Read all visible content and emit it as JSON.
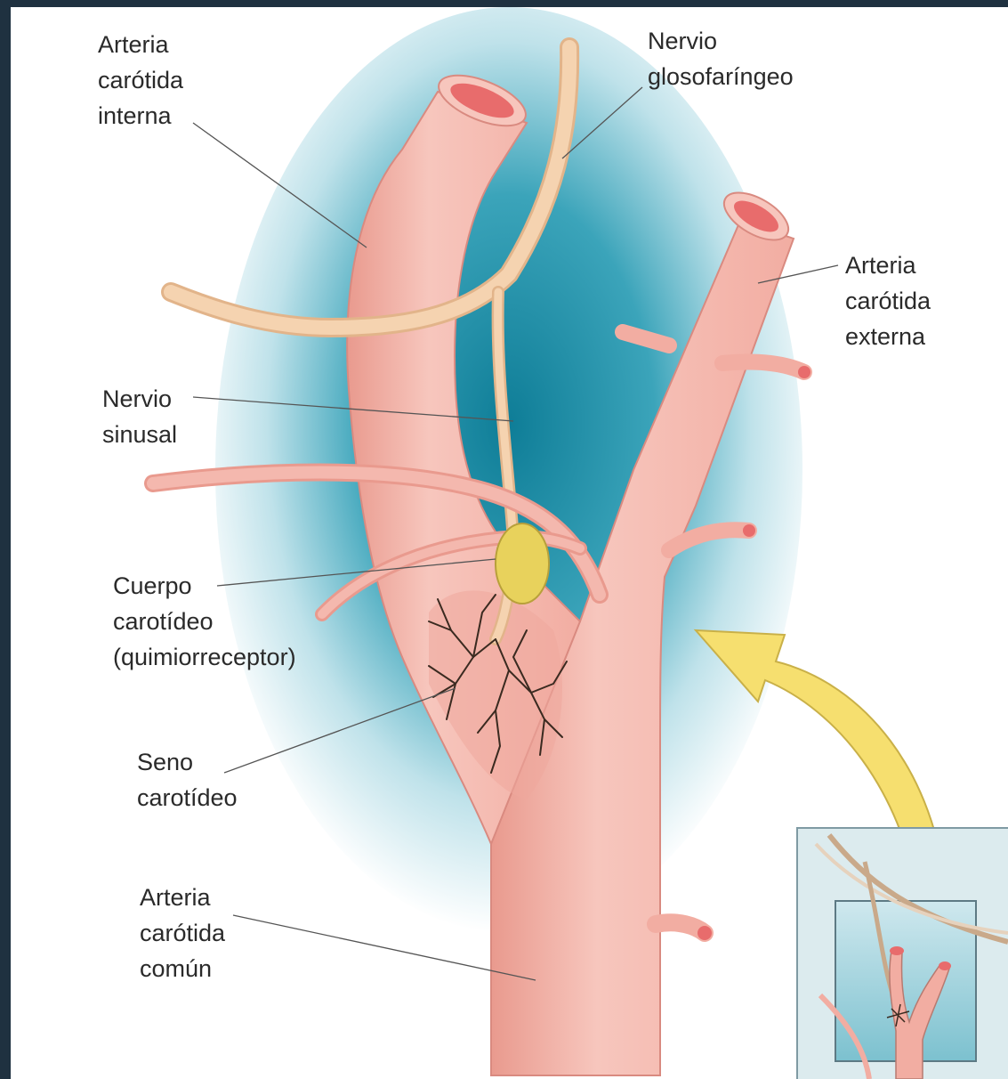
{
  "labels": {
    "internal_carotid": "Arteria\ncarótida\ninterna",
    "glossopharyngeal_nerve": "Nervio\nglosofaríngeo",
    "external_carotid": "Arteria\ncarótida\nexterna",
    "sinus_nerve": "Nervio\nsinusal",
    "carotid_body": "Cuerpo\ncarotídeo\n(quimiorreceptor)",
    "carotid_sinus": "Seno\ncarotídeo",
    "common_carotid": "Arteria\ncarótida\ncomún"
  },
  "colors": {
    "artery": "#f4b8ae",
    "artery_dark": "#e99a8e",
    "lumen": "#e86c6c",
    "nerve": "#f5d3b0",
    "background_glow": "#1f8fa8",
    "carotid_body": "#e8d25c",
    "arrow": "#f6df6f",
    "frame_dark": "#1f3140"
  }
}
